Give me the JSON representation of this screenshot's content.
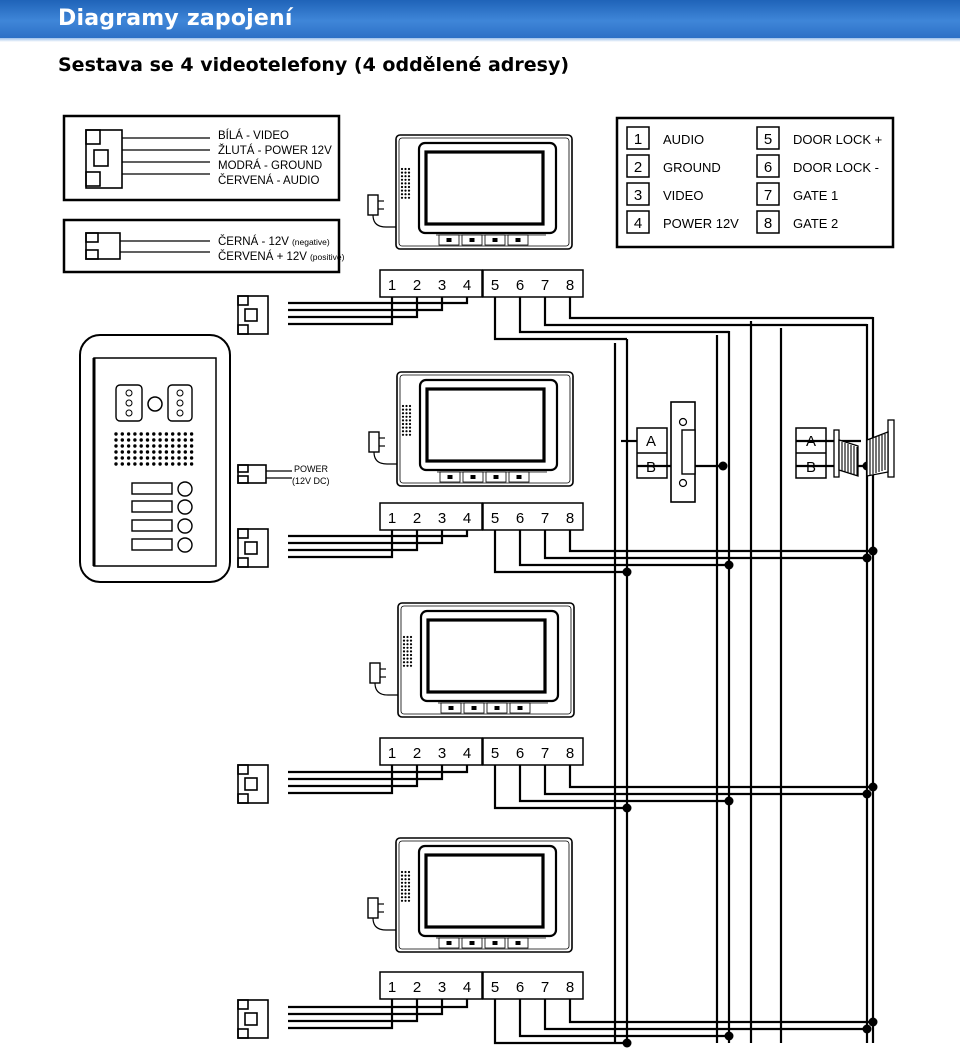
{
  "header": {
    "title": "Diagramy zapojení"
  },
  "subtitle": "Sestava se 4 videotelefony (4 oddělené adresy)",
  "legend_wires": {
    "lines": [
      "BÍLÁ - VIDEO",
      "ŽLUTÁ - POWER 12V",
      "MODRÁ - GROUND",
      "ČERVENÁ - AUDIO"
    ]
  },
  "legend_power": {
    "line1_main": "ČERNÁ - 12V",
    "line1_note": "(negative)",
    "line2_main": "ČERVENÁ + 12V",
    "line2_note": "(positive)"
  },
  "terminal_legend": [
    {
      "num": "1",
      "label": "AUDIO"
    },
    {
      "num": "2",
      "label": "GROUND"
    },
    {
      "num": "3",
      "label": "VIDEO"
    },
    {
      "num": "4",
      "label": "POWER 12V"
    },
    {
      "num": "5",
      "label": "DOOR LOCK +"
    },
    {
      "num": "6",
      "label": "DOOR LOCK -"
    },
    {
      "num": "7",
      "label": "GATE 1"
    },
    {
      "num": "8",
      "label": "GATE 2"
    }
  ],
  "terminal_numbers": [
    "1",
    "2",
    "3",
    "4",
    "5",
    "6",
    "7",
    "8"
  ],
  "power_label": {
    "line1": "POWER",
    "line2": "(12V DC)"
  },
  "ab_labels": {
    "a": "A",
    "b": "B"
  }
}
